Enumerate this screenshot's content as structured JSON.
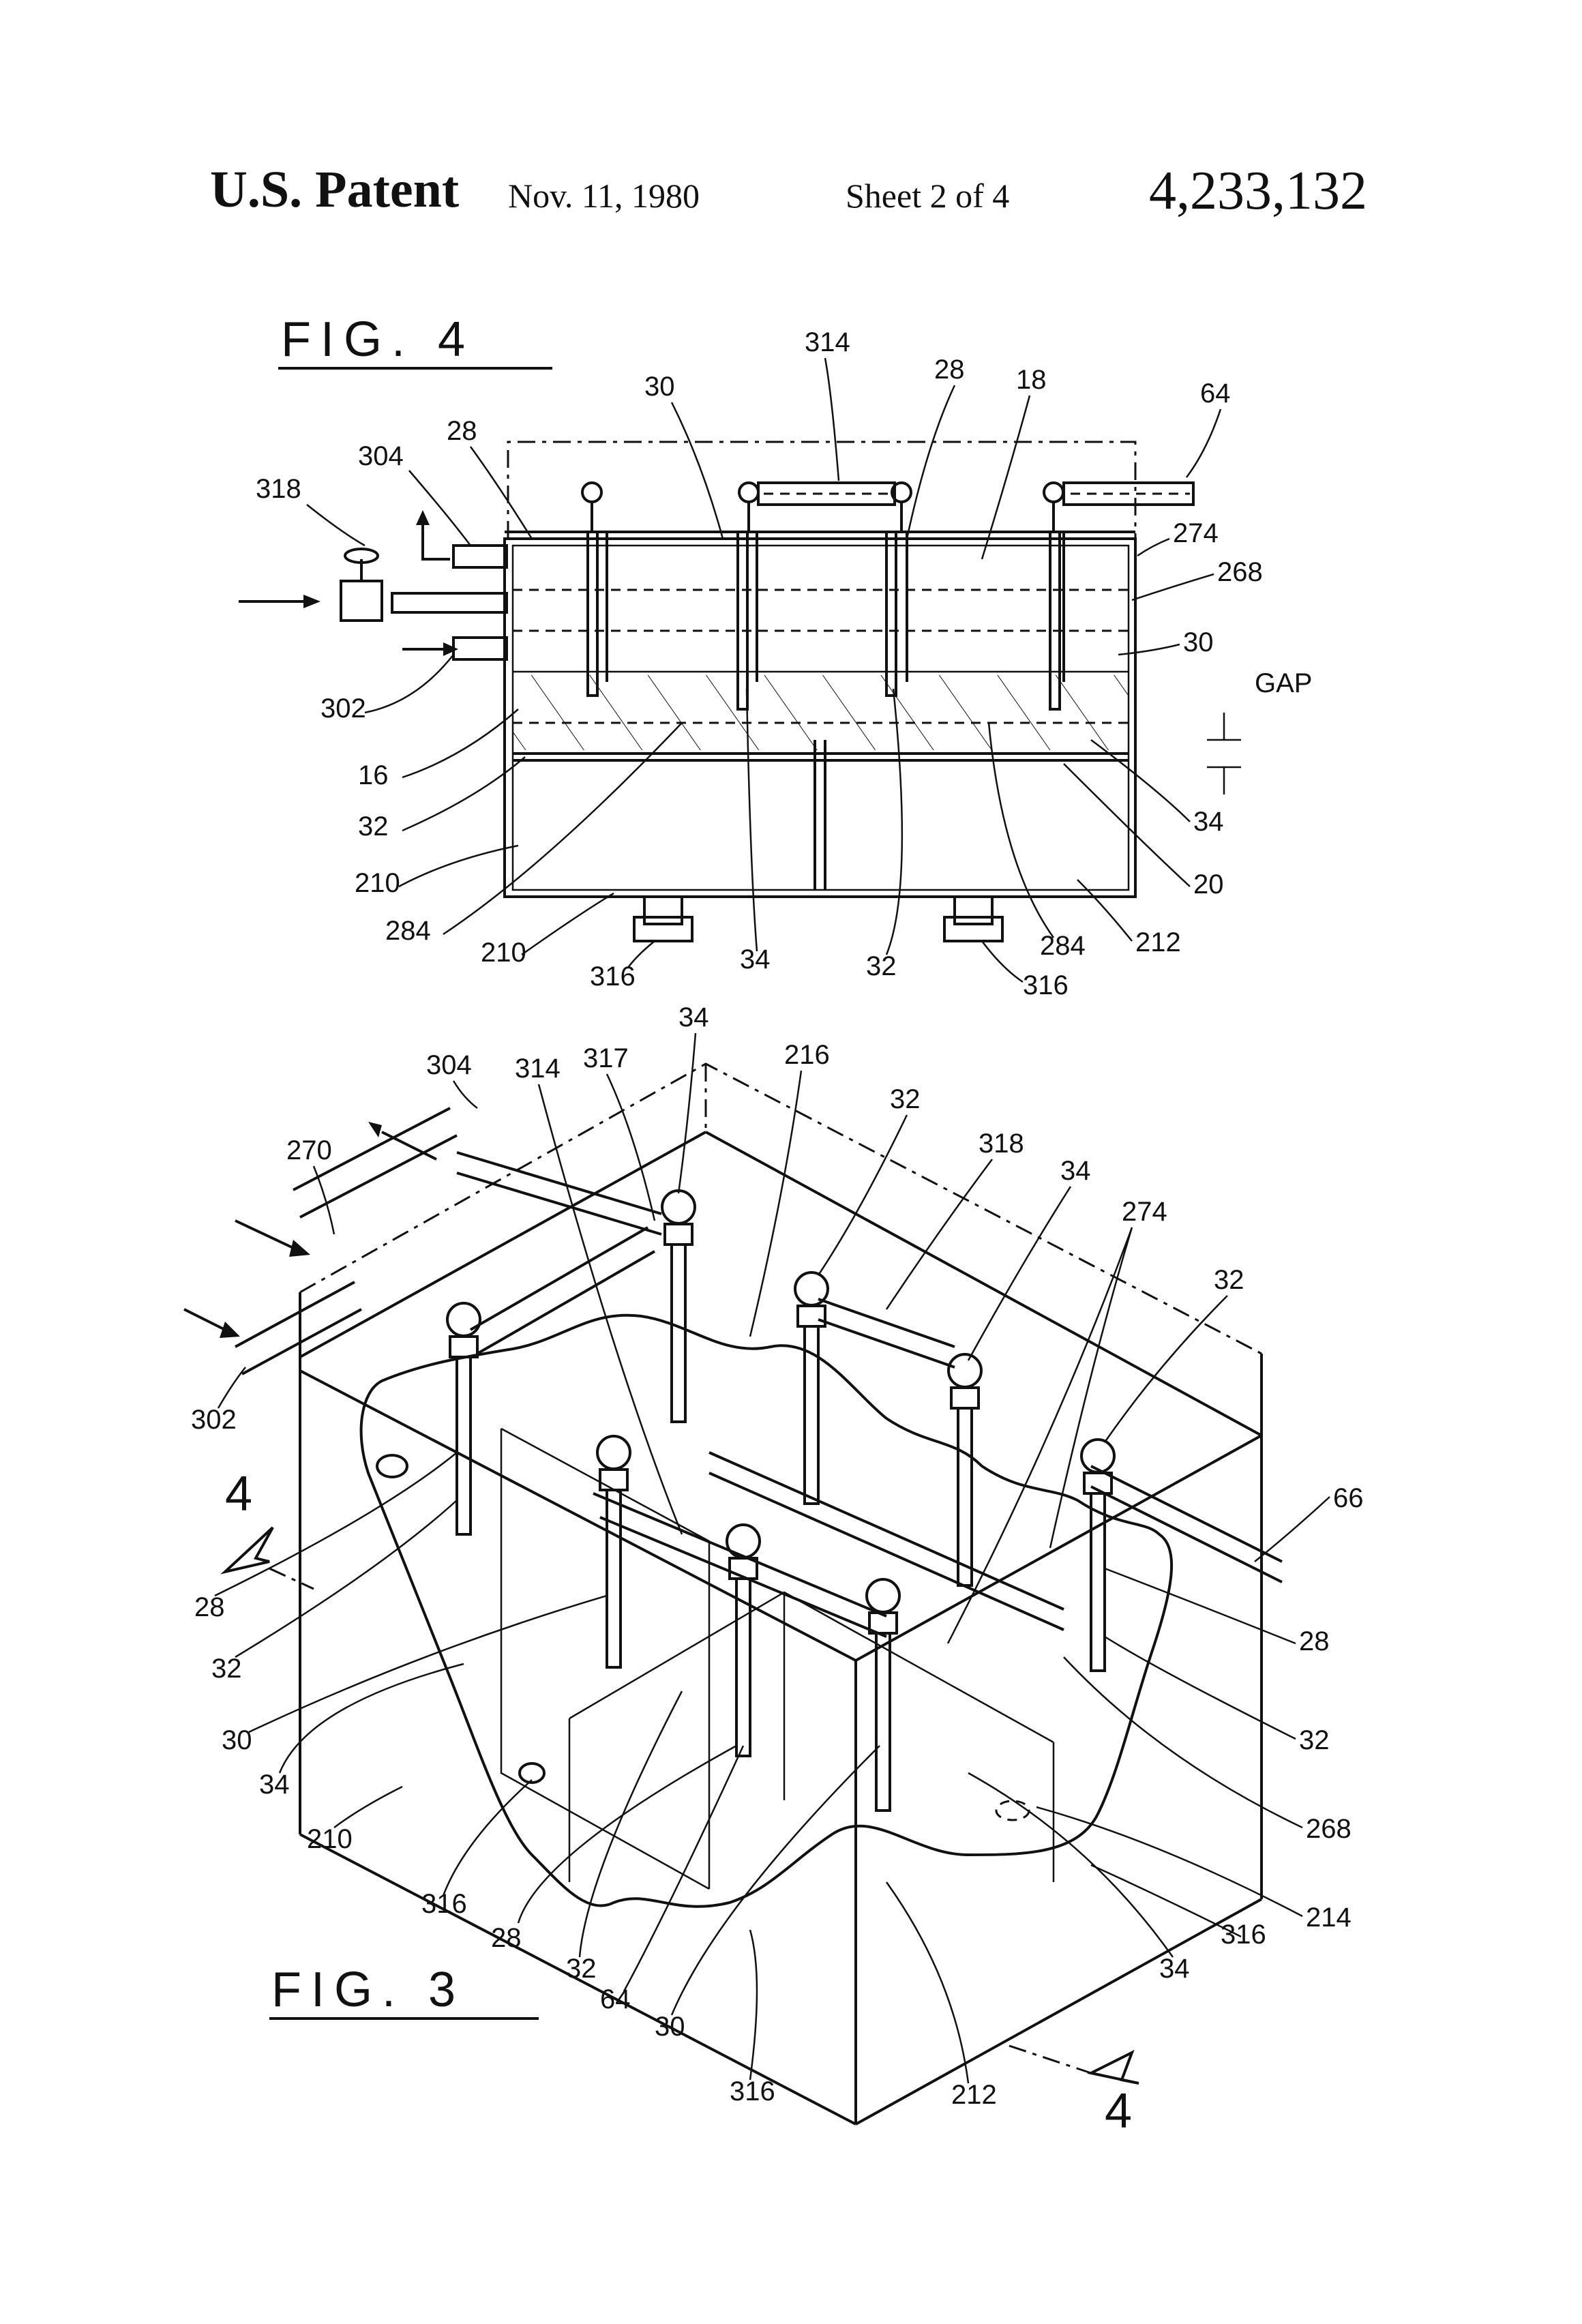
{
  "header": {
    "patent_label": "U.S. Patent",
    "date": "Nov. 11, 1980",
    "sheet": "Sheet 2 of 4",
    "patent_number": "4,233,132"
  },
  "fig4": {
    "title": "FIG. 4",
    "gap_label": "GAP",
    "labels": [
      "314",
      "30",
      "28",
      "18",
      "64",
      "28",
      "304",
      "318",
      "274",
      "268",
      "30",
      "302",
      "16",
      "32",
      "34",
      "210",
      "20",
      "284",
      "210",
      "316",
      "34",
      "32",
      "284",
      "212",
      "316"
    ]
  },
  "fig3": {
    "title": "FIG. 3",
    "section_mark": "4",
    "labels": [
      "34",
      "304",
      "314",
      "317",
      "216",
      "32",
      "270",
      "318",
      "34",
      "274",
      "32",
      "302",
      "66",
      "28",
      "28",
      "32",
      "32",
      "30",
      "34",
      "210",
      "268",
      "316",
      "28",
      "32",
      "214",
      "316",
      "64",
      "34",
      "30",
      "316",
      "212"
    ]
  }
}
